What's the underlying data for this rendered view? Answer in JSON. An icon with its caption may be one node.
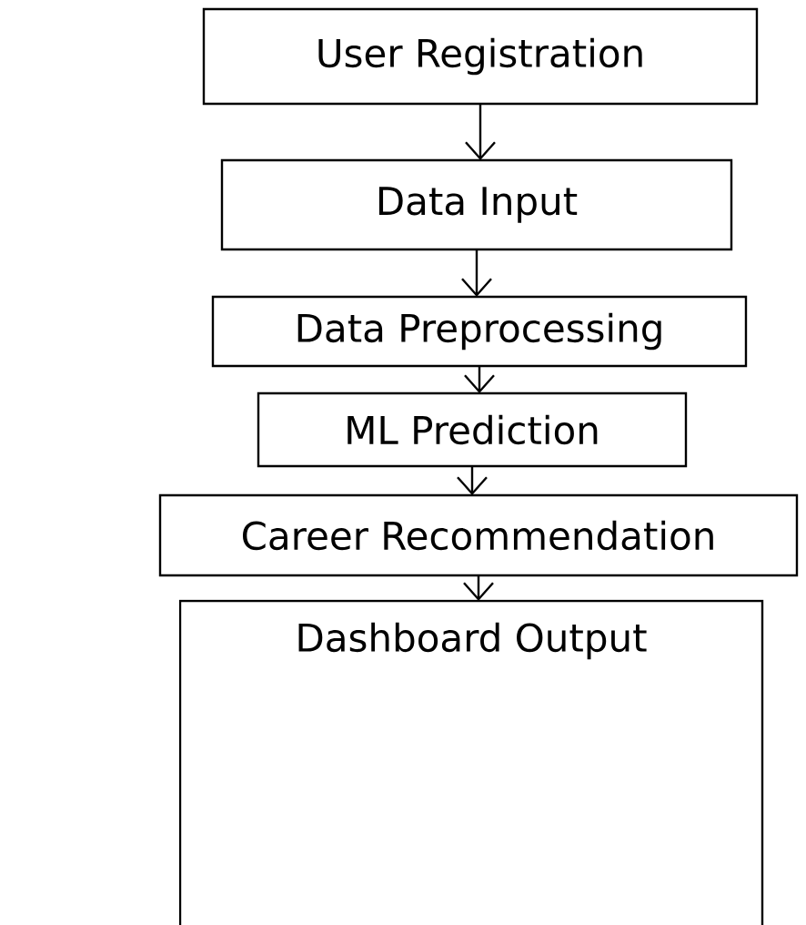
{
  "diagram": {
    "nodes": [
      {
        "text": [
          "User Registration"
        ]
      },
      {
        "text": [
          "Data Input"
        ]
      },
      {
        "text": [
          "Data Preprocessing"
        ]
      },
      {
        "text": [
          "ML Prediction"
        ]
      },
      {
        "text": [
          "Career Recommendation"
        ]
      },
      {
        "text": [
          "Dashboard Output"
        ]
      }
    ],
    "edges": [
      {
        "from": 0,
        "to": 1,
        "arrow": "to"
      },
      {
        "from": 1,
        "to": 2,
        "arrow": "to"
      },
      {
        "from": 2,
        "to": 3,
        "arrow": "to"
      },
      {
        "from": 3,
        "to": 4,
        "arrow": "to"
      },
      {
        "from": 4,
        "to": 5,
        "arrow": "to"
      }
    ]
  }
}
